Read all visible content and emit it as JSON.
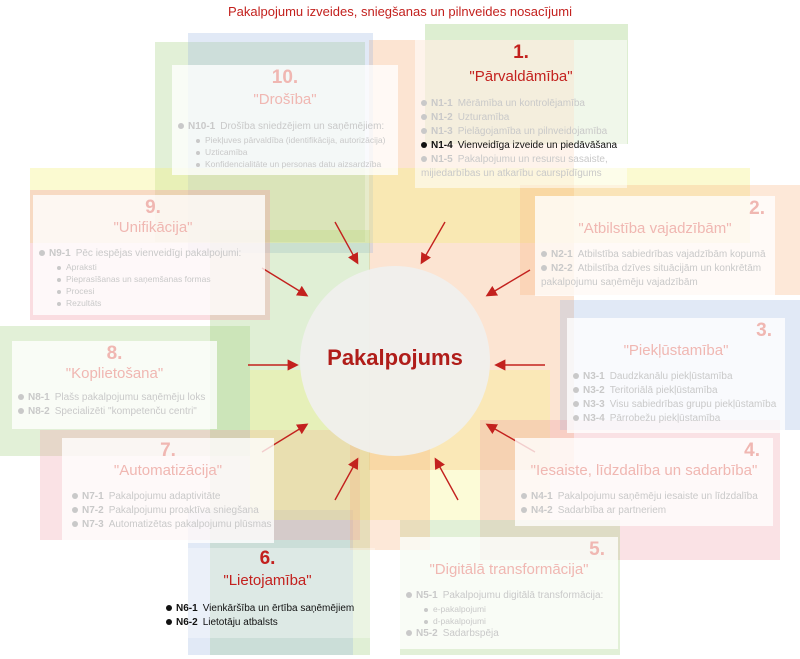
{
  "title": "Pakalpojumu izveides, sniegšanas un pilnveides nosacījumi",
  "center": "Pakalpojums",
  "colors": {
    "accent_red": "#c3211e",
    "green": "#9fce7b",
    "orange": "#f7b27f",
    "yellow": "#f4f17a",
    "blue": "#9db6e0",
    "pink": "#f09eaa"
  },
  "sections": {
    "s1": {
      "num": "1.",
      "title": "\"Pārvaldāmība\"",
      "items": [
        {
          "code": "N1-1",
          "text": "Mērāmība un kontrolējamība"
        },
        {
          "code": "N1-2",
          "text": "Uzturamība"
        },
        {
          "code": "N1-3",
          "text": "Pielāgojamība un pilnveidojamība"
        },
        {
          "code": "N1-4",
          "text": "Vienveidīga izveide un piedāvāšana"
        },
        {
          "code": "N1-5",
          "text": "Pakalpojumu un resursu sasaiste,",
          "cont": "mijiedarbības un atkarību caurspīdīgums"
        }
      ]
    },
    "s2": {
      "num": "2.",
      "title": "\"Atbilstība vajadzībām\"",
      "items": [
        {
          "code": "N2-1",
          "text": "Atbilstība sabiedrības vajadzībām kopumā"
        },
        {
          "code": "N2-2",
          "text": "Atbilstība dzīves situācijām un konkrētām",
          "cont": "pakalpojumu saņēmēju vajadzībām"
        }
      ]
    },
    "s3": {
      "num": "3.",
      "title": "\"Piekļūstamība\"",
      "items": [
        {
          "code": "N3-1",
          "text": "Daudzkanālu piekļūstamība"
        },
        {
          "code": "N3-2",
          "text": "Teritoriālā piekļūstamība"
        },
        {
          "code": "N3-3",
          "text": "Visu sabiedrības grupu piekļūstamība"
        },
        {
          "code": "N3-4",
          "text": "Pārrobežu piekļūstamība"
        }
      ]
    },
    "s4": {
      "num": "4.",
      "title": "\"Iesaiste, līdzdalība un sadarbība\"",
      "items": [
        {
          "code": "N4-1",
          "text": "Pakalpojumu saņēmēju iesaiste un līdzdalība"
        },
        {
          "code": "N4-2",
          "text": "Sadarbība ar partneriem"
        }
      ]
    },
    "s5": {
      "num": "5.",
      "title": "\"Digitālā transformācija\"",
      "items": [
        {
          "code": "N5-1",
          "text": "Pakalpojumu digitālā transformācija:"
        },
        {
          "code": "N5-2",
          "text": "Sadarbspēja"
        }
      ],
      "subs": [
        "e-pakalpojumi",
        "d-pakalpojumi"
      ]
    },
    "s6": {
      "num": "6.",
      "title": "\"Lietojamība\"",
      "items": [
        {
          "code": "N6-1",
          "text": "Vienkāršība un ērtība saņēmējiem"
        },
        {
          "code": "N6-2",
          "text": "Lietotāju atbalsts"
        }
      ]
    },
    "s7": {
      "num": "7.",
      "title": "\"Automatizācija\"",
      "items": [
        {
          "code": "N7-1",
          "text": "Pakalpojumu adaptivitāte"
        },
        {
          "code": "N7-2",
          "text": "Pakalpojumu proaktīva sniegšana"
        },
        {
          "code": "N7-3",
          "text": "Automatizētas pakalpojumu plūsmas"
        }
      ]
    },
    "s8": {
      "num": "8.",
      "title": "\"Koplietošana\"",
      "items": [
        {
          "code": "N8-1",
          "text": "Plašs pakalpojumu saņēmēju loks"
        },
        {
          "code": "N8-2",
          "text": "Specializēti \"kompetenču centri\""
        }
      ]
    },
    "s9": {
      "num": "9.",
      "title": "\"Unifikācija\"",
      "items": [
        {
          "code": "N9-1",
          "text": "Pēc iespējas vienveidīgi pakalpojumi:"
        }
      ],
      "subs": [
        "Apraksti",
        "Pieprasīšanas un saņemšanas formas",
        "Procesi",
        "Rezultāts"
      ]
    },
    "s10": {
      "num": "10.",
      "title": "\"Drošība\"",
      "items": [
        {
          "code": "N10-1",
          "text": "Drošība sniedzējiem un saņēmējiem:"
        }
      ],
      "subs": [
        "Piekļuves pārvaldība (identifikācija, autorizācija)",
        "Uzticamība",
        "Konfidencialitāte un personas datu aizsardzība"
      ]
    }
  }
}
